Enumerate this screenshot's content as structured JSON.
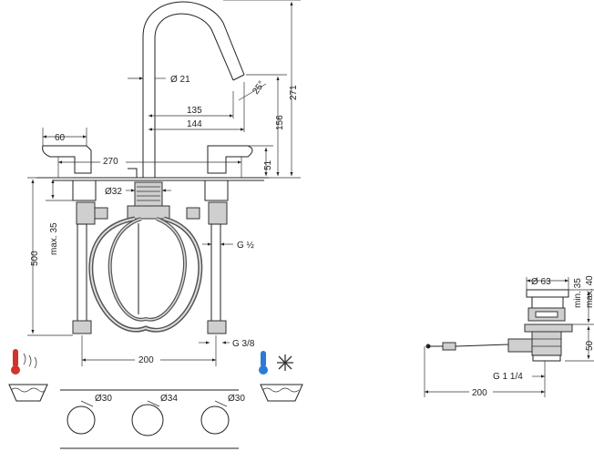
{
  "dims": {
    "d60": "60",
    "d270": "270",
    "d21": "Ø 21",
    "d135": "135",
    "d144": "144",
    "d25": "25°",
    "d271": "271",
    "d156": "156",
    "d51": "51",
    "d32": "Ø32",
    "max35": "max. 35",
    "d500": "500",
    "g12": "G ½",
    "g38": "G 3/8",
    "d200": "200",
    "h30a": "Ø30",
    "h34": "Ø34",
    "h30b": "Ø30"
  },
  "drain": {
    "d63": "Ø 63",
    "min35": "min. 35",
    "max40": "max. 40",
    "d50": "50",
    "g114": "G 1 1/4",
    "d200": "200"
  },
  "icons": {
    "hot": "hot-water-icon",
    "cold": "cold-water-icon"
  },
  "colors": {
    "line": "#222222",
    "hot": "#d0342c",
    "cold": "#2b7bd6",
    "hose": "#555555"
  }
}
